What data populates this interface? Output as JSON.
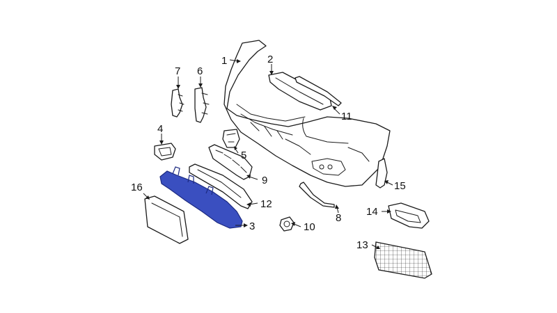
{
  "colors": {
    "background": "#ffffff",
    "line": "#1a1a1a",
    "highlight_fill": "#3a4fc0",
    "highlight_stroke": "#1c2a80"
  },
  "highlighted_part": "3",
  "callouts": [
    {
      "id": "c1",
      "label": "1"
    },
    {
      "id": "c2",
      "label": "2"
    },
    {
      "id": "c3",
      "label": "3"
    },
    {
      "id": "c4",
      "label": "4"
    },
    {
      "id": "c5",
      "label": "5"
    },
    {
      "id": "c6",
      "label": "6"
    },
    {
      "id": "c7",
      "label": "7"
    },
    {
      "id": "c8",
      "label": "8"
    },
    {
      "id": "c9",
      "label": "9"
    },
    {
      "id": "c10",
      "label": "10"
    },
    {
      "id": "c11",
      "label": "11"
    },
    {
      "id": "c12",
      "label": "12"
    },
    {
      "id": "c13",
      "label": "13"
    },
    {
      "id": "c14",
      "label": "14"
    },
    {
      "id": "c15",
      "label": "15"
    },
    {
      "id": "c16",
      "label": "16"
    }
  ]
}
